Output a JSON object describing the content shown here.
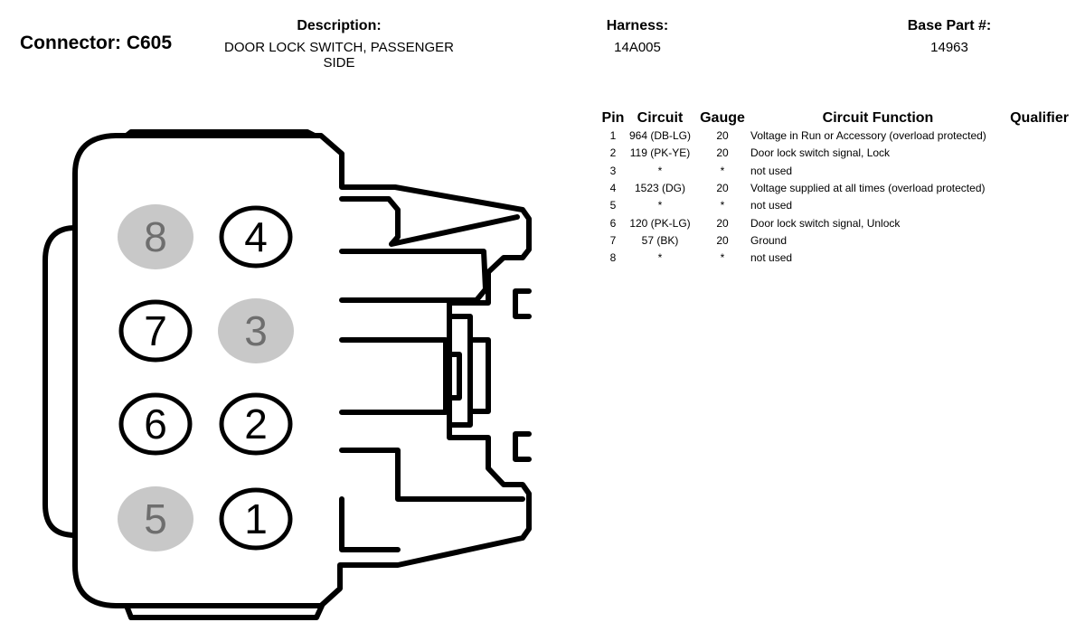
{
  "connector": {
    "title": "Connector: C605"
  },
  "description": {
    "label": "Description:",
    "value": "DOOR LOCK SWITCH, PASSENGER SIDE"
  },
  "harness": {
    "label": "Harness:",
    "value": "14A005"
  },
  "base_part": {
    "label": "Base Part #:",
    "value": "14963"
  },
  "table": {
    "headers": {
      "pin": "Pin",
      "circuit": "Circuit",
      "gauge": "Gauge",
      "function": "Circuit Function",
      "qualifier": "Qualifier"
    },
    "rows": [
      {
        "pin": "1",
        "circuit": "964 (DB-LG)",
        "gauge": "20",
        "function": "Voltage in Run or Accessory (overload protected)"
      },
      {
        "pin": "2",
        "circuit": "119 (PK-YE)",
        "gauge": "20",
        "function": "Door lock switch signal, Lock"
      },
      {
        "pin": "3",
        "circuit": "*",
        "gauge": "*",
        "function": "not used"
      },
      {
        "pin": "4",
        "circuit": "1523 (DG)",
        "gauge": "20",
        "function": "Voltage supplied at all times (overload protected)"
      },
      {
        "pin": "5",
        "circuit": "*",
        "gauge": "*",
        "function": "not used"
      },
      {
        "pin": "6",
        "circuit": "120 (PK-LG)",
        "gauge": "20",
        "function": "Door lock switch signal, Unlock"
      },
      {
        "pin": "7",
        "circuit": "57 (BK)",
        "gauge": "20",
        "function": "Ground"
      },
      {
        "pin": "8",
        "circuit": "*",
        "gauge": "*",
        "function": "not used"
      }
    ]
  },
  "diagram": {
    "pins": [
      {
        "label": "8",
        "status": "unused"
      },
      {
        "label": "4",
        "status": "used"
      },
      {
        "label": "7",
        "status": "used"
      },
      {
        "label": "3",
        "status": "unused"
      },
      {
        "label": "6",
        "status": "used"
      },
      {
        "label": "2",
        "status": "used"
      },
      {
        "label": "5",
        "status": "unused"
      },
      {
        "label": "1",
        "status": "used"
      }
    ],
    "colors": {
      "unused_fill": "#c8c8c8",
      "unused_text": "#6e6e6e",
      "used_stroke": "#000000"
    }
  }
}
